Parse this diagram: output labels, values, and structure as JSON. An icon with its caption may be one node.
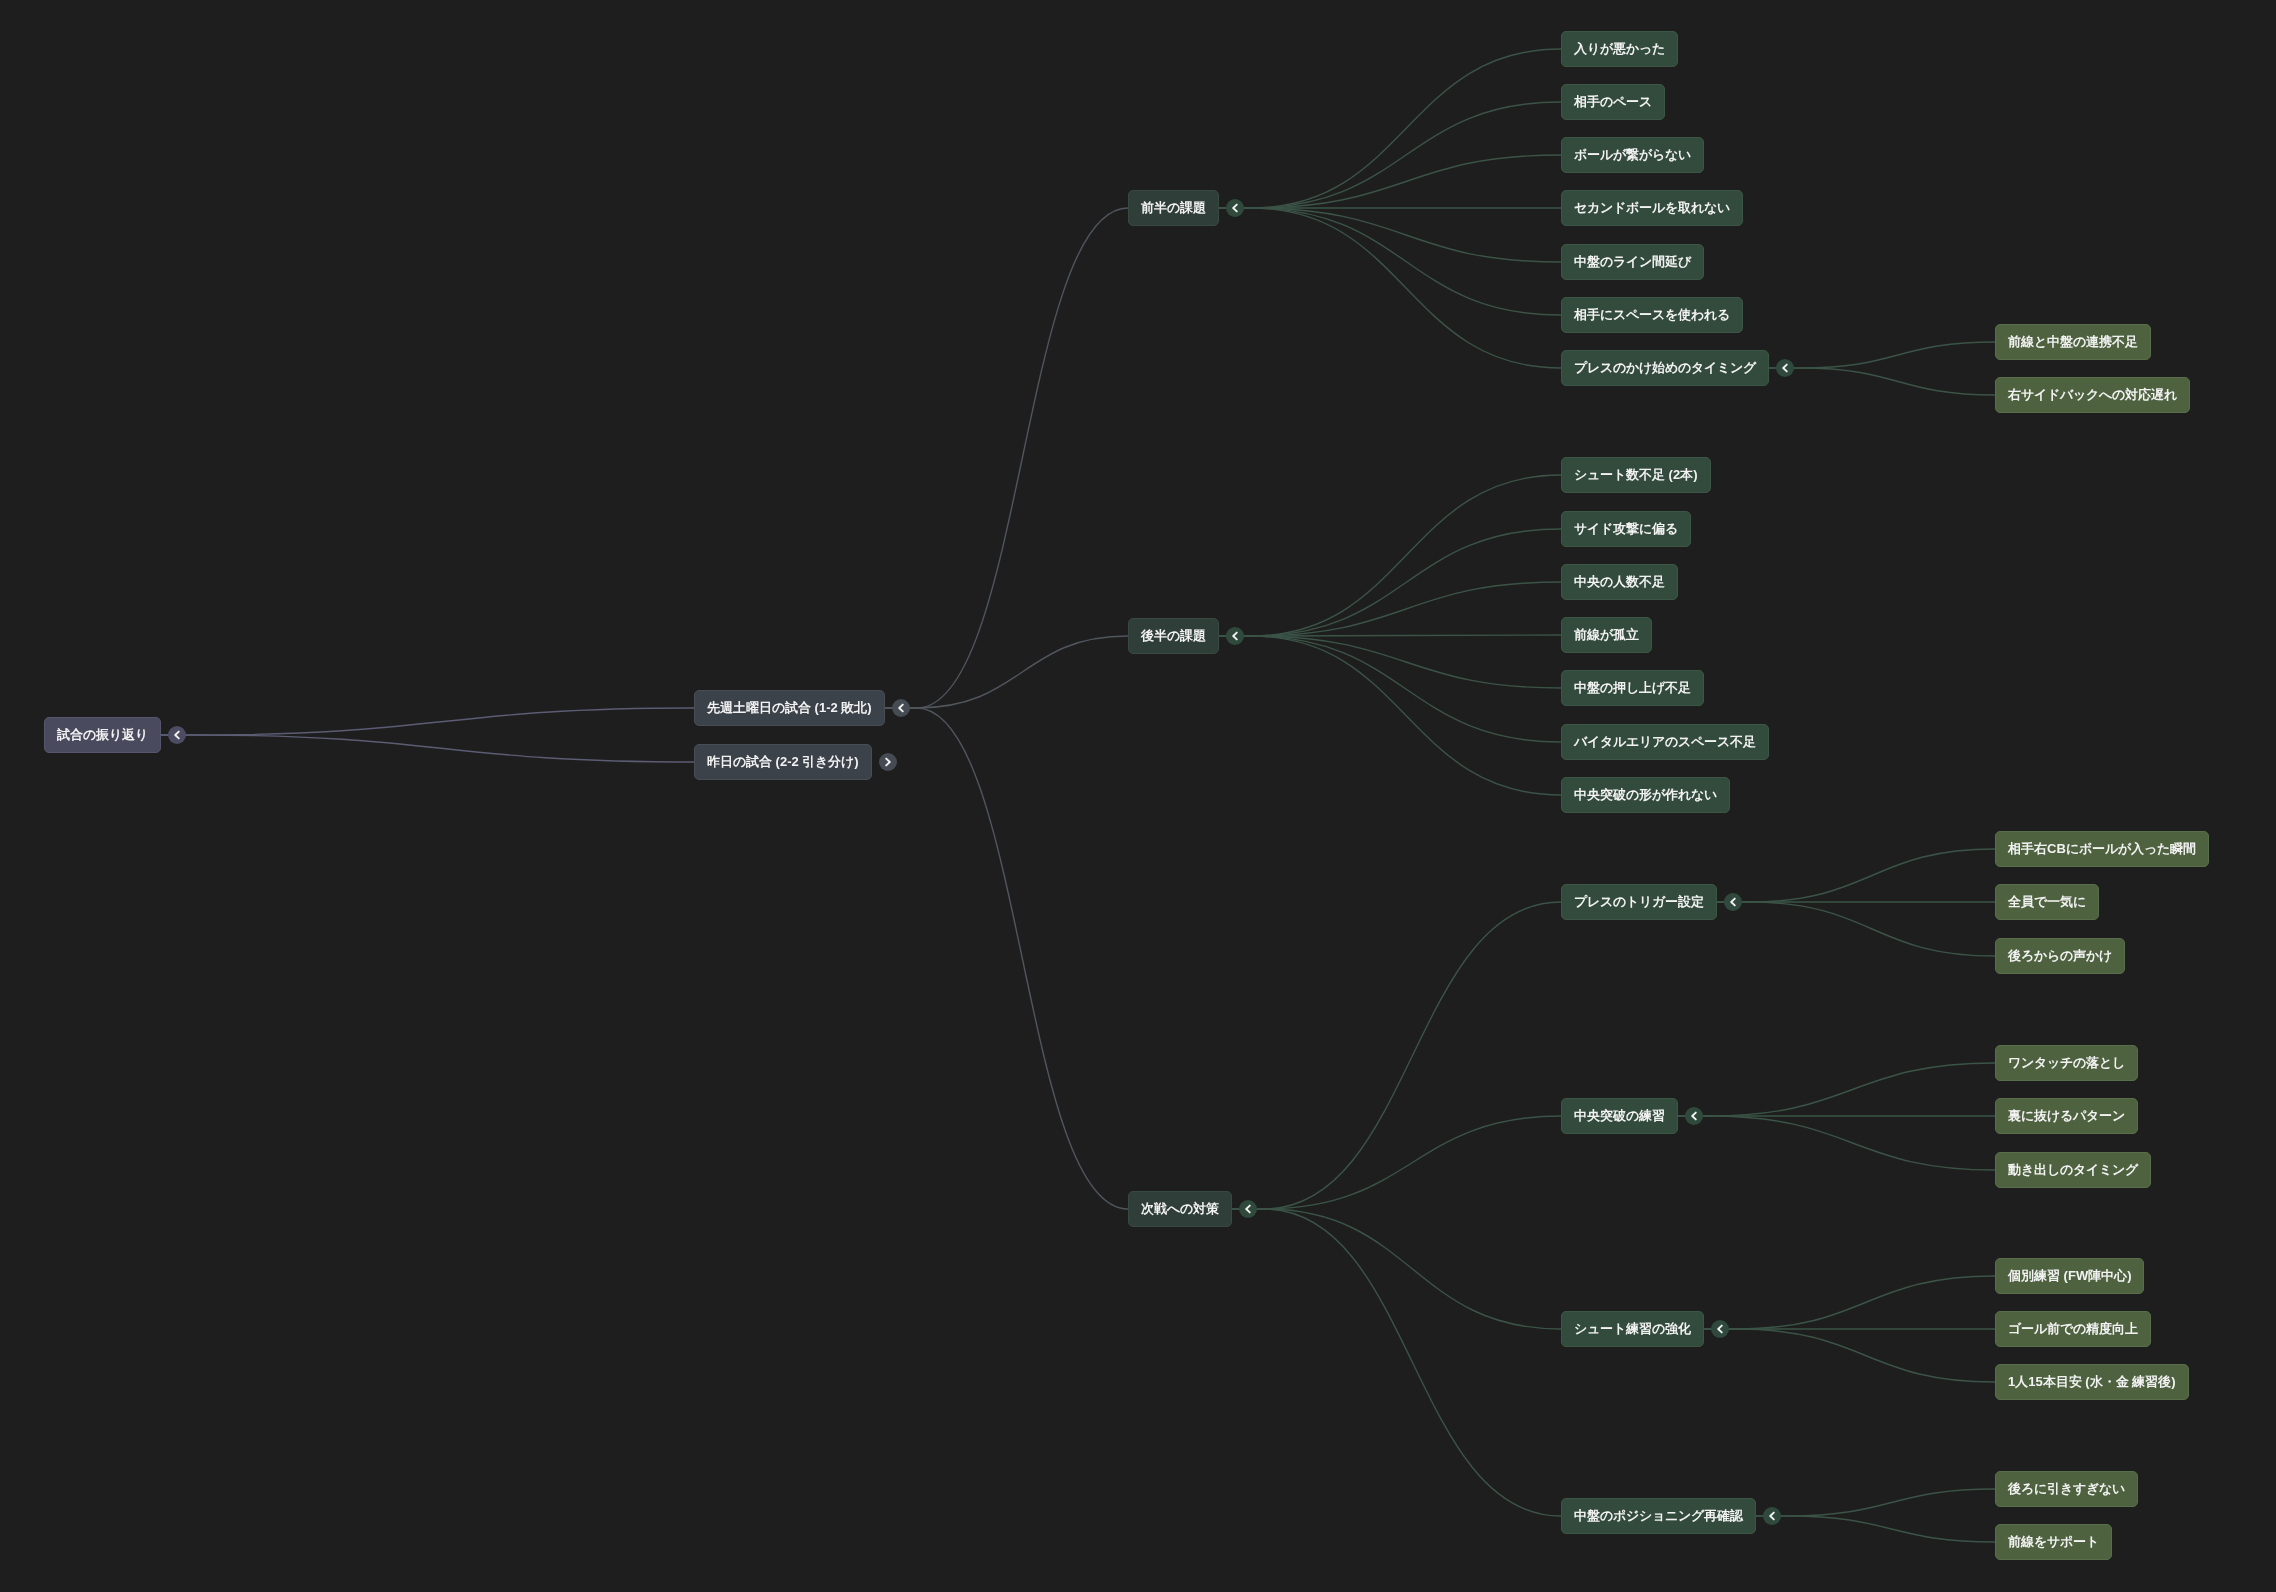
{
  "diagram": {
    "nodes": [
      {
        "text": [
          "試合の振り返り"
        ]
      },
      {
        "text": [
          "先週土曜日の試合 (1-2 敗北)"
        ]
      },
      {
        "text": [
          "昨日の試合 (2-2 引き分け)"
        ]
      },
      {
        "text": [
          "前半の課題"
        ]
      },
      {
        "text": [
          "入りが悪かった"
        ]
      },
      {
        "text": [
          "相手のペース"
        ]
      },
      {
        "text": [
          "ボールが繋がらない"
        ]
      },
      {
        "text": [
          "セカンドボールを取れない"
        ]
      },
      {
        "text": [
          "中盤のライン間延び"
        ]
      },
      {
        "text": [
          "相手にスペースを使われる"
        ]
      },
      {
        "text": [
          "プレスのかけ始めのタイミング"
        ]
      },
      {
        "text": [
          "前線と中盤の連携不足"
        ]
      },
      {
        "text": [
          "右サイドバックへの対応遅れ"
        ]
      },
      {
        "text": [
          "後半の課題"
        ]
      },
      {
        "text": [
          "シュート数不足 (2本)"
        ]
      },
      {
        "text": [
          "サイド攻撃に偏る"
        ]
      },
      {
        "text": [
          "中央の人数不足"
        ]
      },
      {
        "text": [
          "前線が孤立"
        ]
      },
      {
        "text": [
          "中盤の押し上げ不足"
        ]
      },
      {
        "text": [
          "バイタルエリアのスペース不足"
        ]
      },
      {
        "text": [
          "中央突破の形が作れない"
        ]
      },
      {
        "text": [
          "次戦への対策"
        ]
      },
      {
        "text": [
          "プレスのトリガー設定"
        ]
      },
      {
        "text": [
          "相手右CBにボールが入った瞬間"
        ]
      },
      {
        "text": [
          "全員で一気に"
        ]
      },
      {
        "text": [
          "後ろからの声かけ"
        ]
      },
      {
        "text": [
          "中央突破の練習"
        ]
      },
      {
        "text": [
          "ワンタッチの落とし"
        ]
      },
      {
        "text": [
          "裏に抜けるパターン"
        ]
      },
      {
        "text": [
          "動き出しのタイミング"
        ]
      },
      {
        "text": [
          "シュート練習の強化"
        ]
      },
      {
        "text": [
          "個別練習 (FW陣中心)"
        ]
      },
      {
        "text": [
          "ゴール前での精度向上"
        ]
      },
      {
        "text": [
          "1人15本目安 (水・金 練習後)"
        ]
      },
      {
        "text": [
          "中盤のポジショニング再確認"
        ]
      },
      {
        "text": [
          "後ろに引きすぎない"
        ]
      },
      {
        "text": [
          "前線をサポート"
        ]
      }
    ],
    "edges": [
      {
        "from": 0,
        "to": 1,
        "arrow": "none",
        "color": "#5c5c74"
      },
      {
        "from": 0,
        "to": 2,
        "arrow": "none",
        "color": "#5c5c74"
      },
      {
        "from": 1,
        "to": 3,
        "arrow": "none",
        "color": "#50565d"
      },
      {
        "from": 1,
        "to": 13,
        "arrow": "none",
        "color": "#50565d"
      },
      {
        "from": 1,
        "to": 21,
        "arrow": "none",
        "color": "#50565d"
      },
      {
        "from": 3,
        "to": 4,
        "arrow": "none"
      },
      {
        "from": 3,
        "to": 5,
        "arrow": "none"
      },
      {
        "from": 3,
        "to": 6,
        "arrow": "none"
      },
      {
        "from": 3,
        "to": 7,
        "arrow": "none"
      },
      {
        "from": 3,
        "to": 8,
        "arrow": "none"
      },
      {
        "from": 3,
        "to": 9,
        "arrow": "none"
      },
      {
        "from": 3,
        "to": 10,
        "arrow": "none"
      },
      {
        "from": 10,
        "to": 11,
        "arrow": "none"
      },
      {
        "from": 10,
        "to": 12,
        "arrow": "none"
      },
      {
        "from": 13,
        "to": 14,
        "arrow": "none"
      },
      {
        "from": 13,
        "to": 15,
        "arrow": "none"
      },
      {
        "from": 13,
        "to": 16,
        "arrow": "none"
      },
      {
        "from": 13,
        "to": 17,
        "arrow": "none"
      },
      {
        "from": 13,
        "to": 18,
        "arrow": "none"
      },
      {
        "from": 13,
        "to": 19,
        "arrow": "none"
      },
      {
        "from": 13,
        "to": 20,
        "arrow": "none"
      },
      {
        "from": 21,
        "to": 22,
        "arrow": "none"
      },
      {
        "from": 21,
        "to": 26,
        "arrow": "none"
      },
      {
        "from": 21,
        "to": 30,
        "arrow": "none"
      },
      {
        "from": 21,
        "to": 34,
        "arrow": "none"
      },
      {
        "from": 22,
        "to": 23,
        "arrow": "none"
      },
      {
        "from": 22,
        "to": 24,
        "arrow": "none"
      },
      {
        "from": 22,
        "to": 25,
        "arrow": "none"
      },
      {
        "from": 26,
        "to": 27,
        "arrow": "none"
      },
      {
        "from": 26,
        "to": 28,
        "arrow": "none"
      },
      {
        "from": 26,
        "to": 29,
        "arrow": "none"
      },
      {
        "from": 30,
        "to": 31,
        "arrow": "none"
      },
      {
        "from": 30,
        "to": 32,
        "arrow": "none"
      },
      {
        "from": 30,
        "to": 33,
        "arrow": "none"
      },
      {
        "from": 34,
        "to": 35,
        "arrow": "none"
      },
      {
        "from": 34,
        "to": 36,
        "arrow": "none"
      }
    ]
  }
}
